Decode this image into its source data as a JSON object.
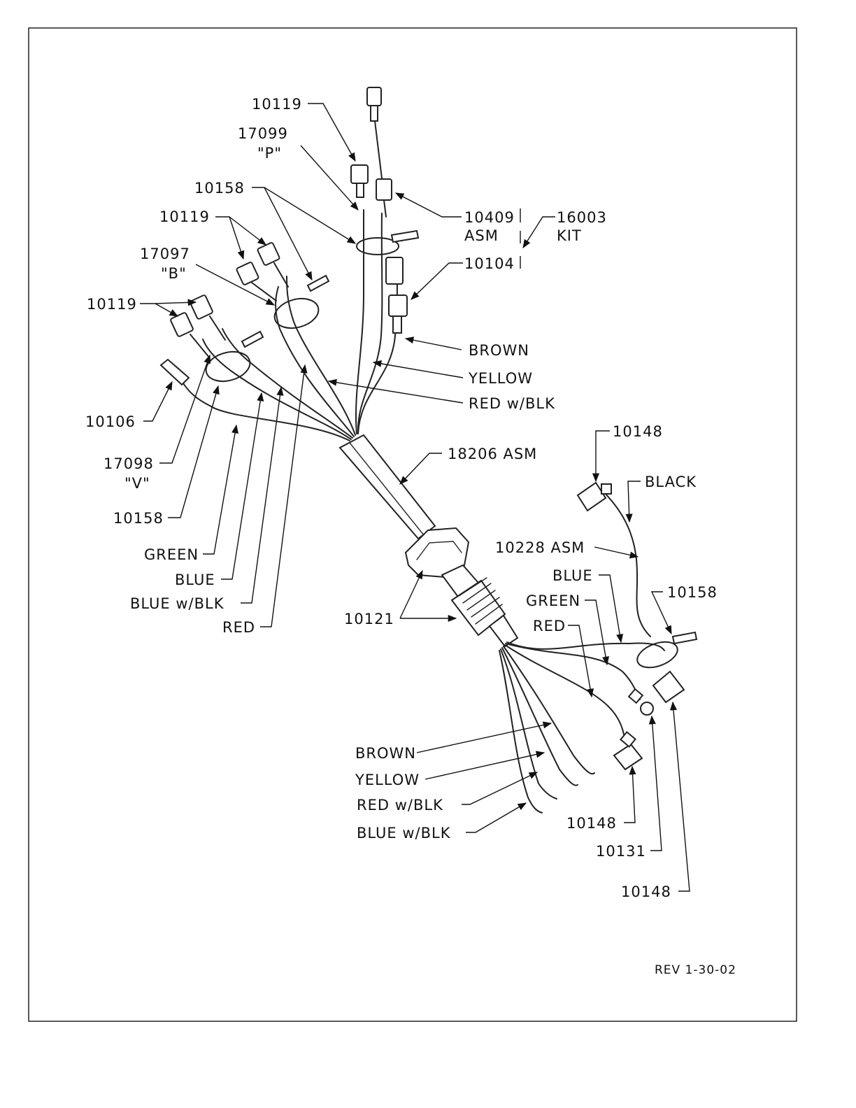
{
  "labels": {
    "p10119_a": "10119",
    "p17099": "17099",
    "p17099_sub": "\"P\"",
    "p10158_a": "10158",
    "p10119_b": "10119",
    "p17097": "17097",
    "p17097_sub": "\"B\"",
    "p10119_c": "10119",
    "p10106": "10106",
    "p17098": "17098",
    "p17098_sub": "\"V\"",
    "p10158_b": "10158",
    "w_green_l": "GREEN",
    "w_blue_l": "BLUE",
    "w_bluewblk_l": "BLUE w/BLK",
    "w_red_l": "RED",
    "p10409": "10409",
    "p10409_sub": "ASM",
    "p16003": "16003",
    "p16003_sub": "KIT",
    "p10104": "10104",
    "w_brown_t": "BROWN",
    "w_yellow_t": "YELLOW",
    "w_redwblk_t": "RED w/BLK",
    "p18206": "18206 ASM",
    "p10148_a": "10148",
    "w_black_r": "BLACK",
    "p10228": "10228 ASM",
    "w_blue_r": "BLUE",
    "p10158_c": "10158",
    "w_green_r": "GREEN",
    "w_red_r": "RED",
    "p10121": "10121",
    "w_brown_b": "BROWN",
    "w_yellow_b": "YELLOW",
    "w_redwblk_b": "RED w/BLK",
    "w_bluewblk_b": "BLUE w/BLK",
    "p10148_b": "10148",
    "p10131": "10131",
    "p10148_c": "10148",
    "revision": "REV 1-30-02"
  }
}
